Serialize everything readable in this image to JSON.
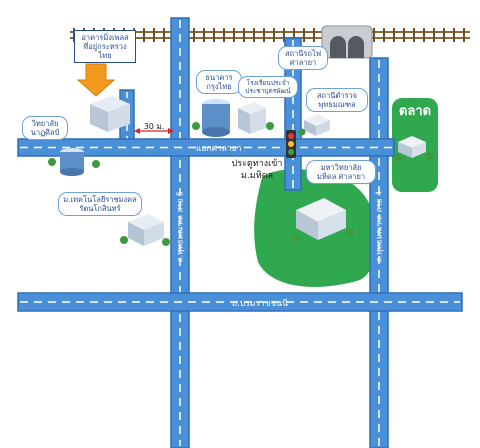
{
  "map": {
    "roads": {
      "horizontal_upper": "แยกศาลายา",
      "horizontal_lower": "ถ.บรมราชชนนี",
      "vertical_left": "ถ.พุทธมณฑล สาย 5",
      "vertical_right": "ถ.พุทธมณฑล สาย 4"
    },
    "distance_label": "30 ม.",
    "gate_label": "ประตูทางเข้า ม.มหิดล",
    "market_label": "ตลาด",
    "places": {
      "post_office": "อาคารมิ่งเพลส ที่อยู่กระทรวงไทย",
      "krungthai_bank": "ธนาคาร กรุงไทย",
      "school": "โรงเรียนประจำ ประชาบุตรพัฒน์",
      "train_station": "สถานีรถไฟ ศาลายา",
      "police_station": "สถานีตำรวจ พุทธมณฑล",
      "college": "วิทยาลัย นาฏศิลป์",
      "rmut": "ม.เทคโนโลยีราชมงคล รัตนโกสินทร์",
      "mahidol": "มหาวิทยาลัย มหิดล ศาลายา"
    },
    "colors": {
      "road": "#4a90d9",
      "road_border": "#2f6fb5",
      "green_area": "#2fa84f",
      "rail": "#8a6a3a"
    }
  }
}
